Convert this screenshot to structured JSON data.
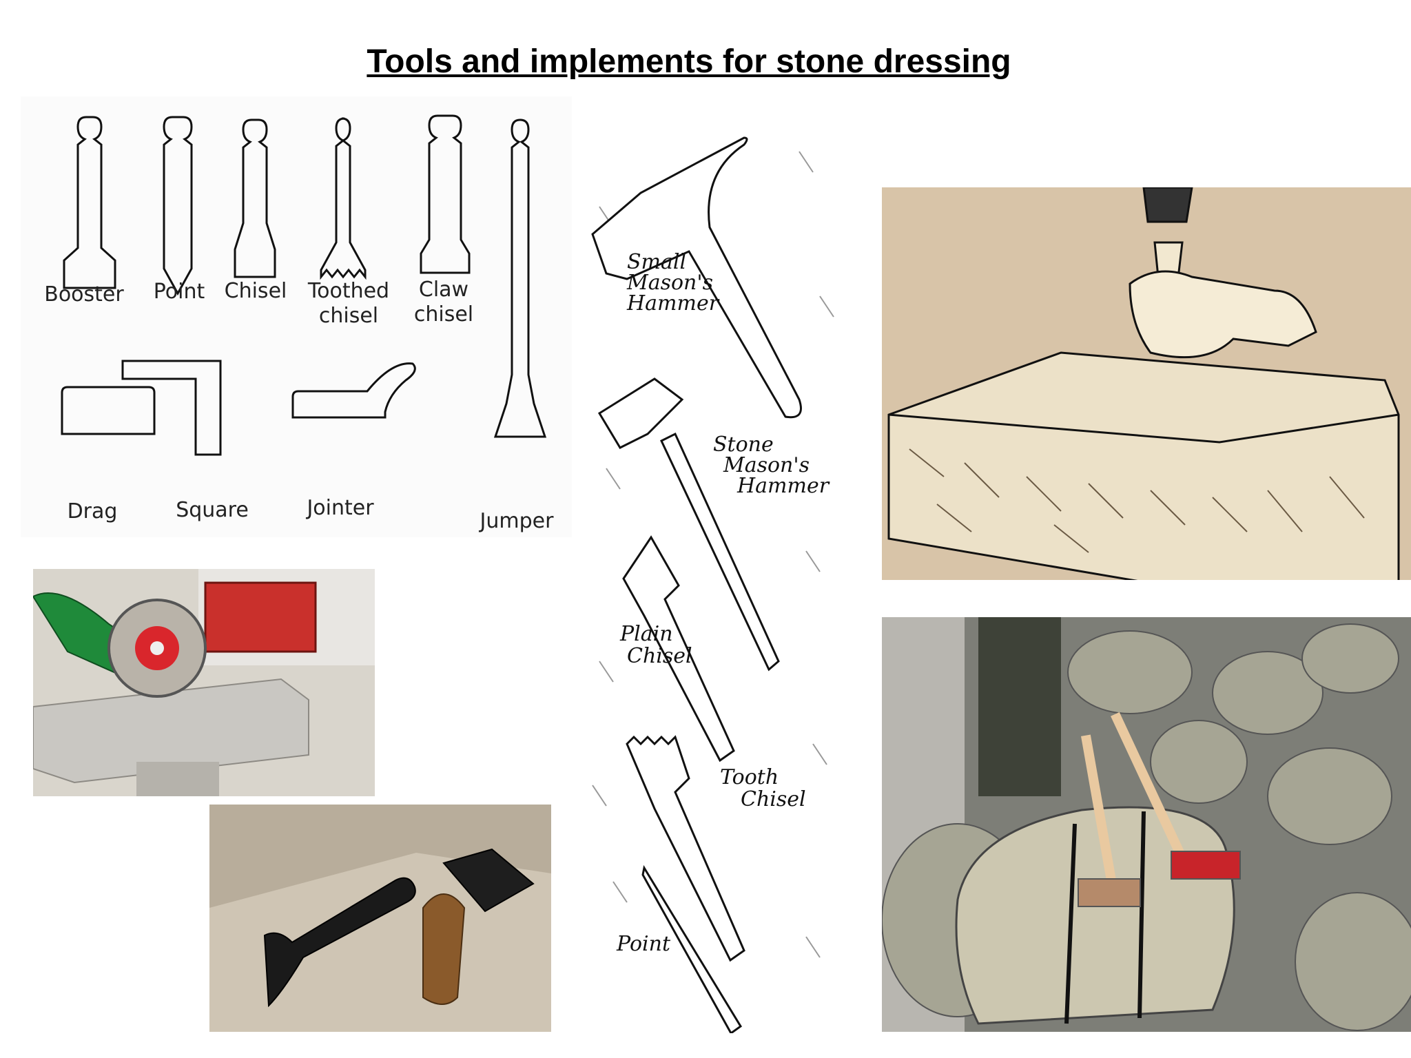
{
  "title": "Tools and implements for stone dressing",
  "tool_chart": {
    "labels": {
      "booster": "Booster",
      "point": "Point",
      "chisel": "Chisel",
      "toothed_1": "Toothed",
      "toothed_2": "chisel",
      "claw_1": "Claw",
      "claw_2": "chisel",
      "jumper": "Jumper",
      "drag": "Drag",
      "square": "Square",
      "jointer": "Jointer"
    }
  },
  "hammer_sketch": {
    "labels": {
      "small_1": "Small",
      "small_2": "Mason's",
      "small_3": "Hammer",
      "stone_1": "Stone",
      "stone_2": "Mason's",
      "stone_3": "Hammer",
      "plain_1": "Plain",
      "plain_2": "Chisel",
      "tooth_1": "Tooth",
      "tooth_2": "Chisel",
      "point": "Point"
    }
  },
  "colors": {
    "sepia_bg": "#d8c4a8",
    "saw_blade": "#d9262c",
    "grinder_green": "#1f8a3a",
    "hammer_handle": "#e9c9a0",
    "hammer_head_red": "#c8242a"
  }
}
